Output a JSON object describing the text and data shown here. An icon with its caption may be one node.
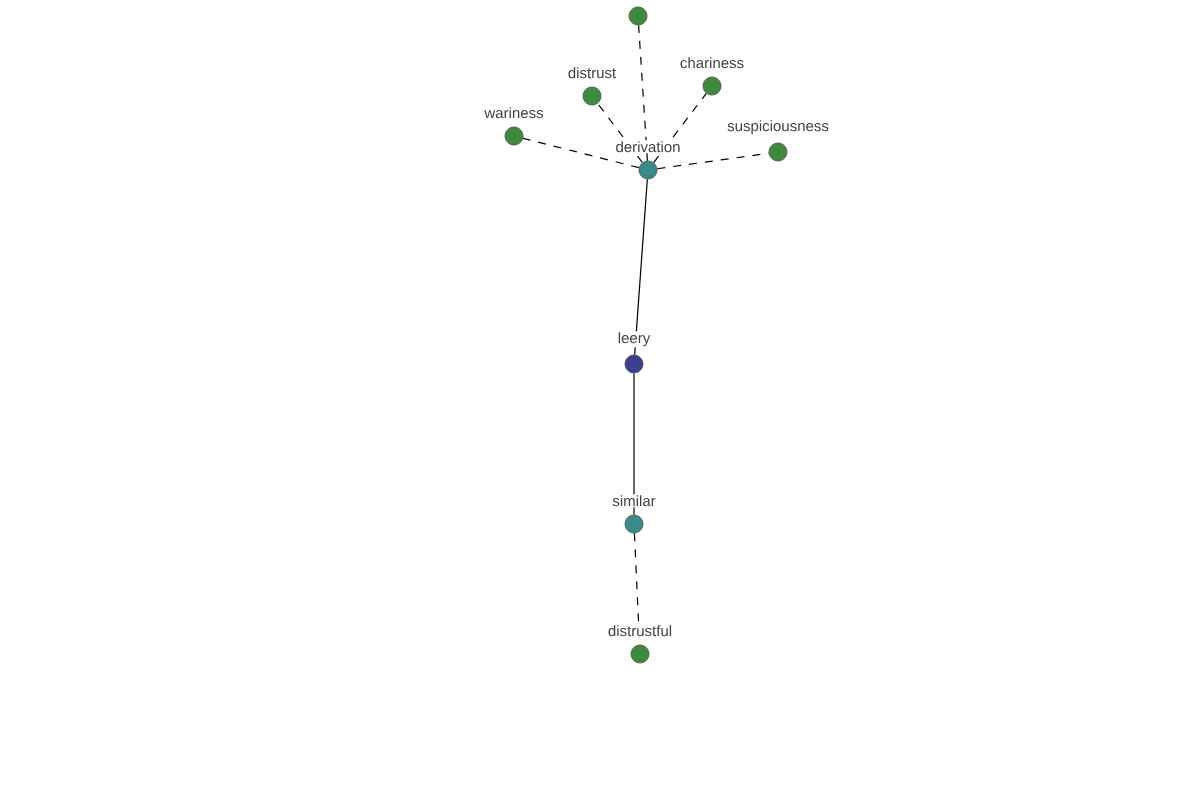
{
  "diagram": {
    "nodes": [
      {
        "text": [
          "leery"
        ]
      },
      {
        "text": [
          "derivation"
        ]
      },
      {
        "text": [
          "similar"
        ]
      },
      {
        "text": [],
        "shape": "circle"
      },
      {
        "text": [
          "distrust"
        ]
      },
      {
        "text": [
          "chariness"
        ]
      },
      {
        "text": [
          "wariness"
        ]
      },
      {
        "text": [
          "suspiciousness"
        ]
      },
      {
        "text": [
          "distrustful"
        ]
      }
    ],
    "edges": [
      {
        "from": 0,
        "to": 1,
        "arrow": "none"
      },
      {
        "from": 0,
        "to": 2,
        "arrow": "none"
      },
      {
        "from": 1,
        "to": 3,
        "arrow": "none",
        "style": "dashed"
      },
      {
        "from": 1,
        "to": 4,
        "arrow": "none",
        "style": "dashed"
      },
      {
        "from": 1,
        "to": 5,
        "arrow": "none",
        "style": "dashed"
      },
      {
        "from": 1,
        "to": 6,
        "arrow": "none",
        "style": "dashed"
      },
      {
        "from": 1,
        "to": 7,
        "arrow": "none",
        "style": "dashed"
      },
      {
        "from": 2,
        "to": 8,
        "arrow": "none",
        "style": "dashed"
      }
    ]
  }
}
